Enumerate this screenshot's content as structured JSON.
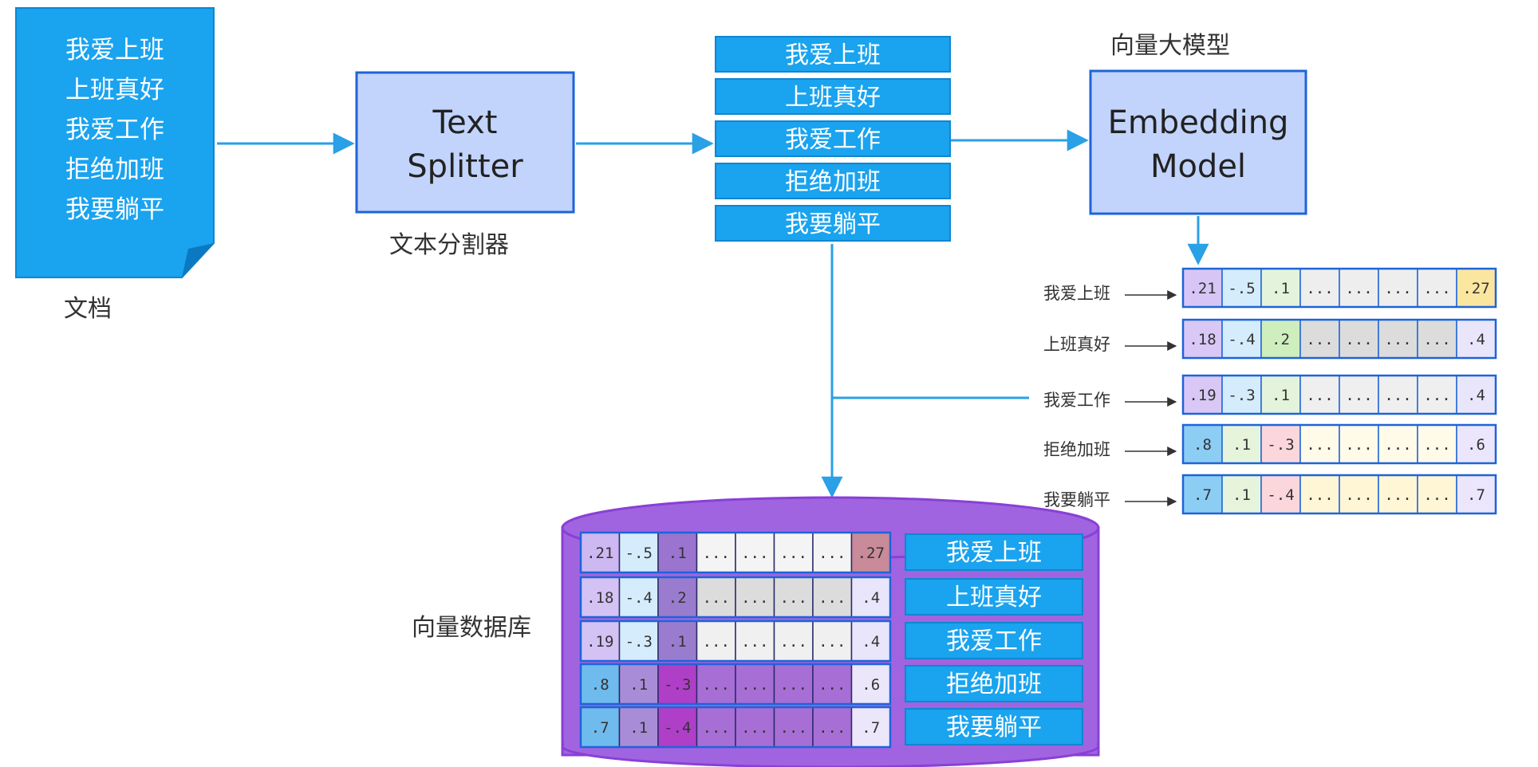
{
  "colors": {
    "blue": "#1aa3ef",
    "box_fill": "#c2d4fb",
    "box_border": "#1e64d8",
    "arrow": "#2aa0e6",
    "db_fill": "#a064e0",
    "db_border": "#8a3fd6"
  },
  "document": {
    "lines": [
      "我爱上班",
      "上班真好",
      "我爱工作",
      "拒绝加班",
      "我要躺平"
    ],
    "label": "文档"
  },
  "splitter": {
    "title_line1": "Text",
    "title_line2": "Splitter",
    "label": "文本分割器"
  },
  "chunks": [
    "我爱上班",
    "上班真好",
    "我爱工作",
    "拒绝加班",
    "我要躺平"
  ],
  "embedding": {
    "caption": "向量大模型",
    "title_line1": "Embedding",
    "title_line2": "Model"
  },
  "vectors": [
    {
      "label": "我爱上班",
      "values": [
        ".21",
        "-.5",
        ".1",
        "...",
        "...",
        "...",
        "...",
        ".27"
      ],
      "colors": [
        "#d7c6f5",
        "#d4ecfb",
        "#e3f3dc",
        "#eeeeee",
        "#eeeeee",
        "#eeeeee",
        "#eeeeee",
        "#fbe6a0"
      ]
    },
    {
      "label": "上班真好",
      "values": [
        ".18",
        "-.4",
        ".2",
        "...",
        "...",
        "...",
        "...",
        ".4"
      ],
      "colors": [
        "#d9c8f6",
        "#d4ecfb",
        "#cfeebd",
        "#dcdcdc",
        "#dcdcdc",
        "#dcdcdc",
        "#dcdcdc",
        "#e9e6fb"
      ]
    },
    {
      "label": "我爱工作",
      "values": [
        ".19",
        "-.3",
        ".1",
        "...",
        "...",
        "...",
        "...",
        ".4"
      ],
      "colors": [
        "#d9c8f6",
        "#d4ecfb",
        "#e3f3dc",
        "#efefef",
        "#efefef",
        "#efefef",
        "#efefef",
        "#e9e6fb"
      ]
    },
    {
      "label": "拒绝加班",
      "values": [
        ".8",
        ".1",
        "-.3",
        "...",
        "...",
        "...",
        "...",
        ".6"
      ],
      "colors": [
        "#8ccdf4",
        "#e6f4dc",
        "#fbd7dc",
        "#fffbe8",
        "#fffbe8",
        "#fffbe8",
        "#fffbe8",
        "#ebe6fb"
      ]
    },
    {
      "label": "我要躺平",
      "values": [
        ".7",
        ".1",
        "-.4",
        "...",
        "...",
        "...",
        "...",
        ".7"
      ],
      "colors": [
        "#8ccdf4",
        "#e6f4dc",
        "#fbd7dc",
        "#fff6d6",
        "#fff6d6",
        "#fff6d6",
        "#fff6d6",
        "#ebe6fb"
      ]
    }
  ],
  "vector_db": {
    "label": "向量数据库",
    "rows": [
      {
        "text": "我爱上班",
        "values": [
          ".21",
          "-.5",
          ".1",
          "...",
          "...",
          "...",
          "...",
          ".27"
        ],
        "colors": [
          "#cdb8f2",
          "#d4ecfb",
          "#9a74cf",
          "#f4f4f4",
          "#f4f4f4",
          "#f4f4f4",
          "#f4f4f4",
          "#c98a9a"
        ]
      },
      {
        "text": "上班真好",
        "values": [
          ".18",
          "-.4",
          ".2",
          "...",
          "...",
          "...",
          "...",
          ".4"
        ],
        "colors": [
          "#d4c2f5",
          "#d4ecfb",
          "#9a7ccf",
          "#dcdcdc",
          "#dcdcdc",
          "#dcdcdc",
          "#dcdcdc",
          "#e9e6fb"
        ]
      },
      {
        "text": "我爱工作",
        "values": [
          ".19",
          "-.3",
          ".1",
          "...",
          "...",
          "...",
          "...",
          ".4"
        ],
        "colors": [
          "#d4c2f5",
          "#d4ecfb",
          "#9a7ccf",
          "#f0f0f0",
          "#f0f0f0",
          "#f0f0f0",
          "#f0f0f0",
          "#e9e6fb"
        ]
      },
      {
        "text": "拒绝加班",
        "values": [
          ".8",
          ".1",
          "-.3",
          "...",
          "...",
          "...",
          "...",
          ".6"
        ],
        "colors": [
          "#6fbbee",
          "#a98cd8",
          "#b03fc8",
          "#a76fd6",
          "#a76fd6",
          "#a76fd6",
          "#a76fd6",
          "#ece6fb"
        ]
      },
      {
        "text": "我要躺平",
        "values": [
          ".7",
          ".1",
          "-.4",
          "...",
          "...",
          "...",
          "...",
          ".7"
        ],
        "colors": [
          "#6fbbee",
          "#a98cd8",
          "#b03fc8",
          "#a76fd6",
          "#a76fd6",
          "#a76fd6",
          "#a76fd6",
          "#ece6fb"
        ]
      }
    ]
  }
}
